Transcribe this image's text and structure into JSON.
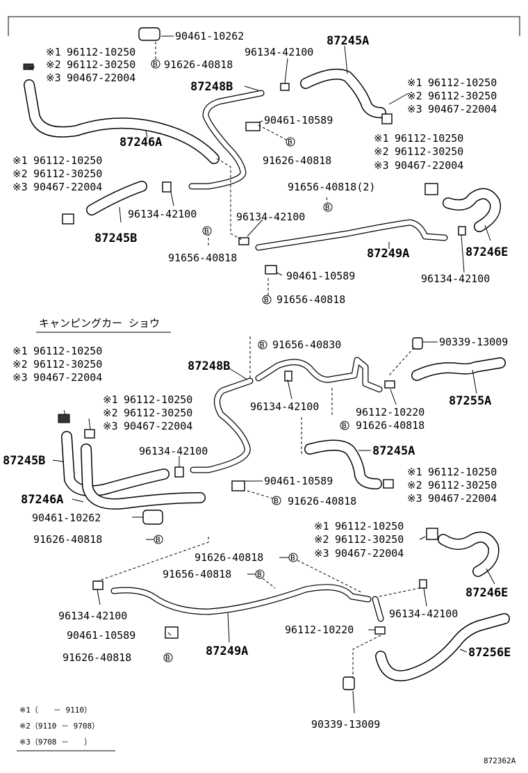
{
  "upper": {
    "clip_a1": "90461-10262",
    "bolt_a1": "91626-40818",
    "note_a": [
      "96112-10250",
      "96112-30250",
      "90467-22004"
    ],
    "clamp_a": "96134-42100",
    "hose_245a": "87245A",
    "pipe_248b": "87248B",
    "note_b": [
      "96112-10250",
      "96112-30250",
      "90467-22004"
    ],
    "hose_246a": "87246A",
    "clip_b": "90461-10589",
    "bolt_b": "91626-40818",
    "note_c": [
      "96112-10250",
      "96112-30250",
      "90467-22004"
    ],
    "note_d": [
      "96112-10250",
      "96112-30250",
      "90467-22004"
    ],
    "bolt_c": "91656-40818(2)",
    "clamp_b": "96134-42100",
    "clamp_c": "96134-42100",
    "hose_245b": "87245B",
    "pipe_249a": "87249A",
    "hose_246e": "87246E",
    "bolt_d": "91656-40818",
    "clamp_d": "96134-42100",
    "clip_c": "90461-10589",
    "bolt_e": "91656-40818"
  },
  "section_title": "キャンピングカー ショウ",
  "lower": {
    "note_a": [
      "96112-10250",
      "96112-30250",
      "90467-22004"
    ],
    "bolt_a": "91656-40830",
    "plug_a": "90339-13009",
    "pipe_248b": "87248B",
    "note_b": [
      "96112-10250",
      "96112-30250",
      "90467-22004"
    ],
    "clamp_a": "96134-42100",
    "clamp_b": "96112-10220",
    "hose_255a": "87255A",
    "bolt_b": "91626-40818",
    "hose_245b": "87245B",
    "clamp_c": "96134-42100",
    "hose_245a": "87245A",
    "note_c": [
      "96112-10250",
      "96112-30250",
      "90467-22004"
    ],
    "clip_a": "90461-10589",
    "hose_246a": "87246A",
    "bolt_c": "91626-40818",
    "clip_b": "90461-10262",
    "bolt_d": "91626-40818",
    "note_d": [
      "96112-10250",
      "96112-30250",
      "90467-22004"
    ],
    "bolt_e": "91626-40818",
    "bolt_f": "91656-40818",
    "hose_246e": "87246E",
    "clamp_d": "96134-42100",
    "clamp_e": "96134-42100",
    "clip_c": "90461-10589",
    "clamp_f": "96112-10220",
    "bolt_g": "91626-40818",
    "pipe_249a": "87249A",
    "hose_256e": "87256E",
    "plug_b": "90339-13009"
  },
  "legend": {
    "r1": "※1（　　－ 9110）",
    "r2": "※2（9110 － 9708）",
    "r3": "※3（9708 －　　）"
  },
  "marks": [
    "※1",
    "※2",
    "※3"
  ],
  "bolt_symbol": "B",
  "diagram_id": "872362A"
}
